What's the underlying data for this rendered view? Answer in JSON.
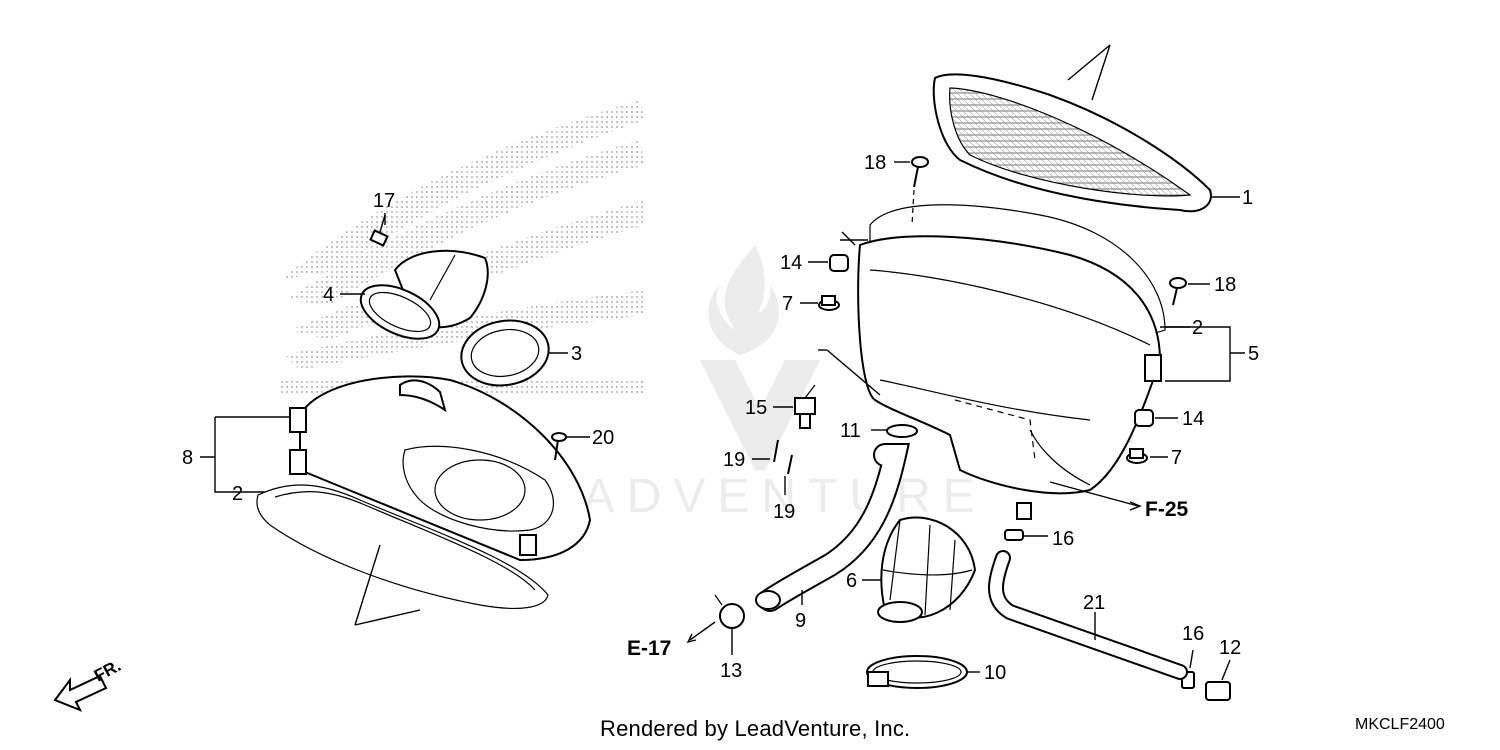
{
  "diagram": {
    "parts": [
      {
        "number": "1"
      },
      {
        "number": "2"
      },
      {
        "number": "2"
      },
      {
        "number": "3"
      },
      {
        "number": "4"
      },
      {
        "number": "5"
      },
      {
        "number": "6"
      },
      {
        "number": "7"
      },
      {
        "number": "7"
      },
      {
        "number": "8"
      },
      {
        "number": "9"
      },
      {
        "number": "10"
      },
      {
        "number": "11"
      },
      {
        "number": "12"
      },
      {
        "number": "13"
      },
      {
        "number": "14"
      },
      {
        "number": "14"
      },
      {
        "number": "15"
      },
      {
        "number": "16"
      },
      {
        "number": "16"
      },
      {
        "number": "17"
      },
      {
        "number": "18"
      },
      {
        "number": "18"
      },
      {
        "number": "19"
      },
      {
        "number": "19"
      },
      {
        "number": "20"
      },
      {
        "number": "21"
      }
    ],
    "references": [
      "F-25",
      "E-17"
    ],
    "direction_label": "FR."
  },
  "footer": {
    "rendered_by": "Rendered by LeadVenture, Inc.",
    "diagram_code": "MKCLF2400"
  },
  "watermark": {
    "text": "LEADVENTURE"
  }
}
